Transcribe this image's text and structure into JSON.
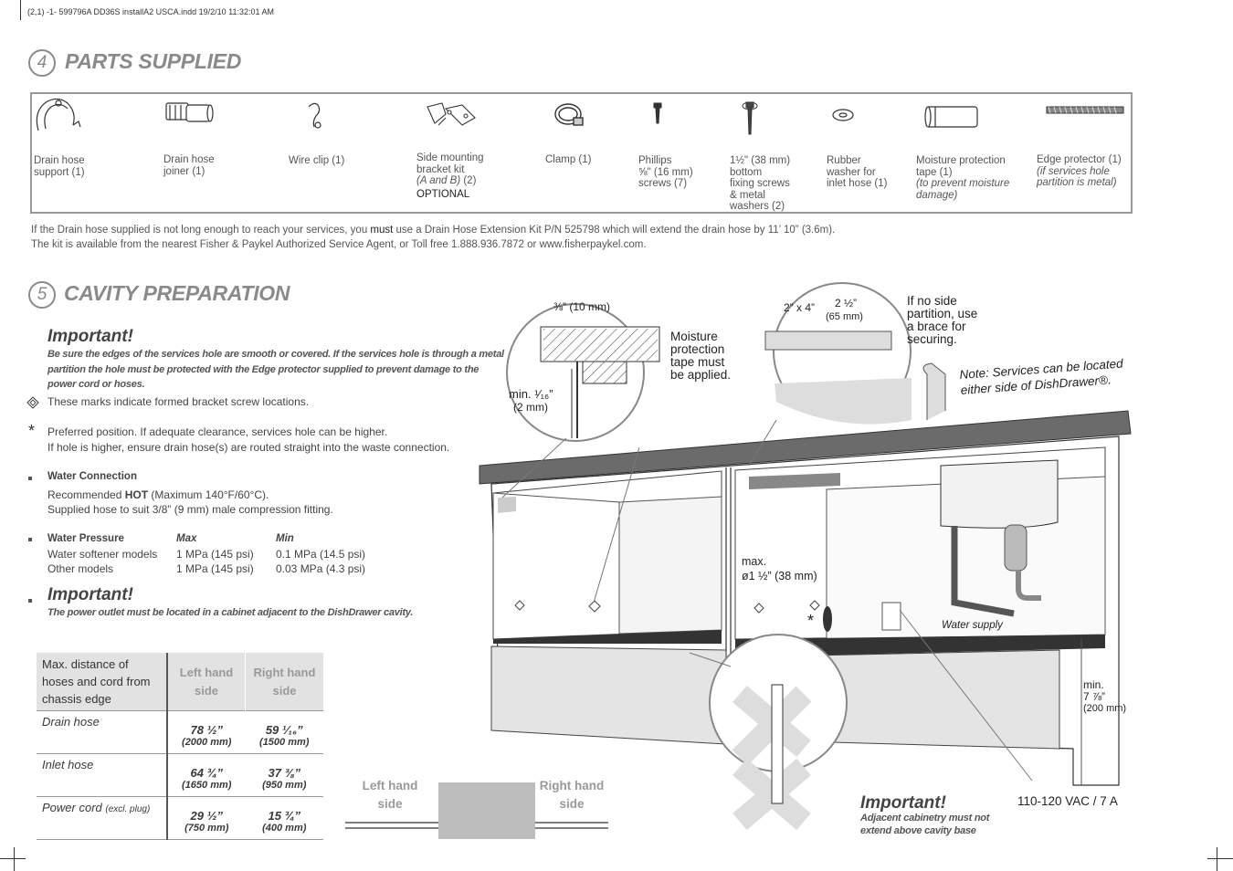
{
  "slug": "(2,1)  -1- 599796A DD36S installA2 USCA.indd 19/2/10 11:32:01 AM",
  "section4": {
    "number": "4",
    "title": "PARTS SUPPLIED",
    "parts": [
      {
        "lines": [
          "Drain hose",
          "support (1)"
        ],
        "icon": "drain-hose-support-icon"
      },
      {
        "lines": [
          "Drain hose",
          "joiner (1)"
        ],
        "icon": "drain-hose-joiner-icon"
      },
      {
        "lines": [
          "Wire clip (1)"
        ],
        "icon": "wire-clip-icon"
      },
      {
        "lines": [
          "Side mounting",
          "bracket kit"
        ],
        "italic": "(A and B)",
        "extra": " (2)",
        "optional": "OPTIONAL",
        "icon": "bracket-kit-icon"
      },
      {
        "lines": [
          "Clamp (1)"
        ],
        "icon": "clamp-icon"
      },
      {
        "lines": [
          "Phillips",
          "⅝\" (16 mm)",
          "screws (7)"
        ],
        "icon": "phillips-screw-icon"
      },
      {
        "lines": [
          "1½\" (38 mm)",
          "bottom",
          "fixing screws",
          "& metal",
          "washers (2)"
        ],
        "icon": "fixing-screw-icon"
      },
      {
        "lines": [
          "Rubber",
          "washer for",
          "inlet hose (1)"
        ],
        "icon": "rubber-washer-icon"
      },
      {
        "lines": [
          "Moisture protection",
          "tape (1)"
        ],
        "italic_lines": [
          "(to prevent moisture",
          "damage)"
        ],
        "icon": "moisture-tape-icon"
      },
      {
        "lines": [
          "Edge protector (1)"
        ],
        "italic_lines": [
          "(if services hole",
          "partition is metal)"
        ],
        "icon": "edge-protector-icon"
      }
    ],
    "note_line1_pre": "If the Drain hose supplied is not long enough to reach your services, you ",
    "note_line1_bold": "must",
    "note_line1_post": " use a Drain Hose Extension Kit P/N 525798 which will extend the drain hose by 11’ 10” (3.6m).",
    "note_line2": "The kit is available from the nearest Fisher & Paykel Authorized Service Agent, or Toll free 1.888.936.7872 or www.fisherpaykel.com."
  },
  "section5": {
    "number": "5",
    "title": "CAVITY PREPARATION",
    "important1_heading": "Important!",
    "important1_lines": [
      "Be sure the edges of the services hole are smooth or covered. If the services hole is through a metal",
      "partition the hole must be protected with the Edge protector supplied to prevent damage to the",
      "power cord or hoses."
    ],
    "marks_text": "These marks indicate formed bracket screw locations.",
    "preferred_line1": "Preferred position. If adequate clearance, services hole can be higher.",
    "preferred_line2": "If hole is higher, ensure drain hose(s) are routed straight into the waste connection.",
    "water_connection_heading": "Water Connection",
    "water_connection_pre": "Recommended ",
    "water_connection_hot": "HOT",
    "water_connection_post": " (Maximum 140°F/60°C).",
    "water_connection_line2": "Supplied hose to suit 3/8” (9 mm) male compression fitting.",
    "pressure": {
      "heading": "Water Pressure",
      "max_label": "Max",
      "min_label": "Min",
      "rows": [
        {
          "label": "Water softener models",
          "max": "1 MPa (145 psi)",
          "min": "0.1 MPa (14.5 psi)"
        },
        {
          "label": "Other models",
          "max": "1 MPa (145 psi)",
          "min": "0.03 MPa (4.3 psi)"
        }
      ]
    },
    "important2_heading": "Important!",
    "important2_text": "The power outlet must be located in a cabinet adjacent to the DishDrawer cavity.",
    "table": {
      "header": [
        "Max. distance of",
        "hoses and cord from",
        "chassis edge"
      ],
      "col_left": [
        "Left hand",
        "side"
      ],
      "col_right": [
        "Right hand",
        "side"
      ],
      "rows": [
        {
          "label": "Drain hose",
          "label_small": "",
          "left": "78 ½”",
          "left_mm": "(2000 mm)",
          "right": "59 ¹⁄₁₆”",
          "right_mm": "(1500 mm)"
        },
        {
          "label": "Inlet hose",
          "label_small": "",
          "left": "64 ¾”",
          "left_mm": "(1650 mm)",
          "right": "37 ⅜”",
          "right_mm": "(950 mm)"
        },
        {
          "label": "Power cord",
          "label_small": "(excl. plug)",
          "left": "29 ½”",
          "left_mm": "(750 mm)",
          "right": "15 ¾”",
          "right_mm": "(400 mm)"
        }
      ]
    },
    "side_left": [
      "Left hand",
      "side"
    ],
    "side_right": [
      "Right hand",
      "side"
    ]
  },
  "diagram": {
    "dim_top": "⅜” (10 mm)",
    "min_label": "min. ¹⁄₁₆”",
    "min_mm": "(2 mm)",
    "moisture": [
      "Moisture",
      "protection",
      "tape must",
      "be applied."
    ],
    "brace_size": "2” x 4”",
    "brace_dim": "2 ½”",
    "brace_mm": "(65 mm)",
    "no_partition": [
      "If no side",
      "partition, use",
      "a brace for",
      "securing."
    ],
    "services_note": [
      "Note: Services can be located",
      "either side of DishDrawer®."
    ],
    "max_label": "max.",
    "max_dim": "ø1 ½” (38 mm)",
    "water_supply": "Water supply",
    "min_right": "min.",
    "min_right_dim": "7 ⅞”",
    "min_right_mm": "(200 mm)",
    "important3_heading": "Important!",
    "important3_lines": [
      "Adjacent cabinetry must not",
      "extend above cavity base"
    ],
    "voltage": "110-120 VAC / 7 A"
  }
}
